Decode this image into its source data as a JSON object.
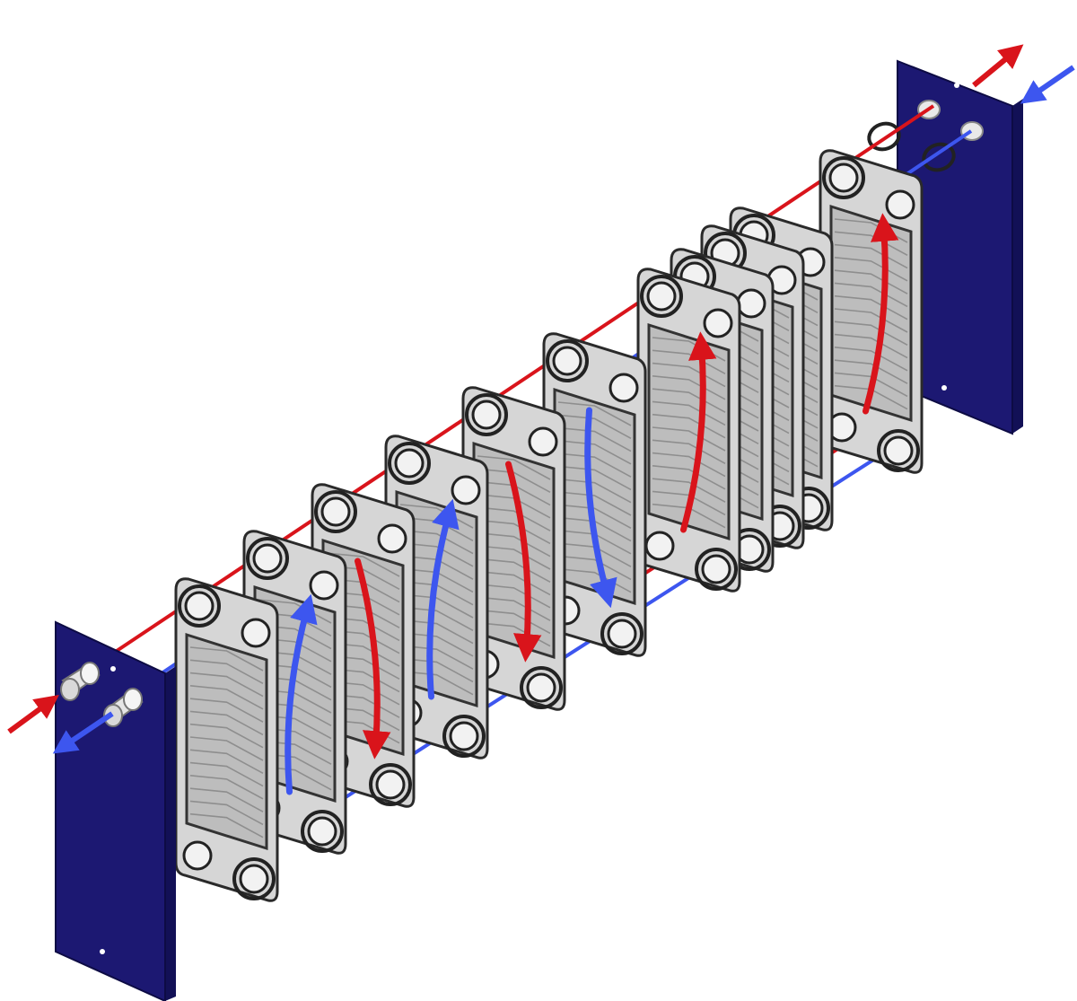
{
  "figure": {
    "subject": "plate-heat-exchanger-exploded-flow-diagram",
    "colors": {
      "hot": "#d9141b",
      "cold": "#3d56ef",
      "frame": "#1c1872",
      "frame_side": "#121056",
      "plate": "#d6d6d6",
      "plate_field": "#bdbdbd",
      "gasket": "#222222"
    },
    "plates": [
      {
        "id": 1,
        "flow": "none"
      },
      {
        "id": 2,
        "flow": "cold-up"
      },
      {
        "id": 3,
        "flow": "hot-down"
      },
      {
        "id": 4,
        "flow": "cold-up"
      },
      {
        "id": 5,
        "flow": "hot-down"
      },
      {
        "id": 6,
        "flow": "cold-down"
      },
      {
        "id": 7,
        "flow": "hot-up"
      },
      {
        "id": 8,
        "flow": "none"
      },
      {
        "id": 9,
        "flow": "none"
      },
      {
        "id": 10,
        "flow": "none"
      },
      {
        "id": 11,
        "flow": "hot-up"
      }
    ],
    "ports": [
      {
        "name": "hot-inlet",
        "stream": "hot",
        "direction": "in"
      },
      {
        "name": "cold-outlet",
        "stream": "cold",
        "direction": "out"
      },
      {
        "name": "hot-outlet",
        "stream": "hot",
        "direction": "out"
      },
      {
        "name": "cold-inlet",
        "stream": "cold",
        "direction": "in"
      }
    ]
  }
}
